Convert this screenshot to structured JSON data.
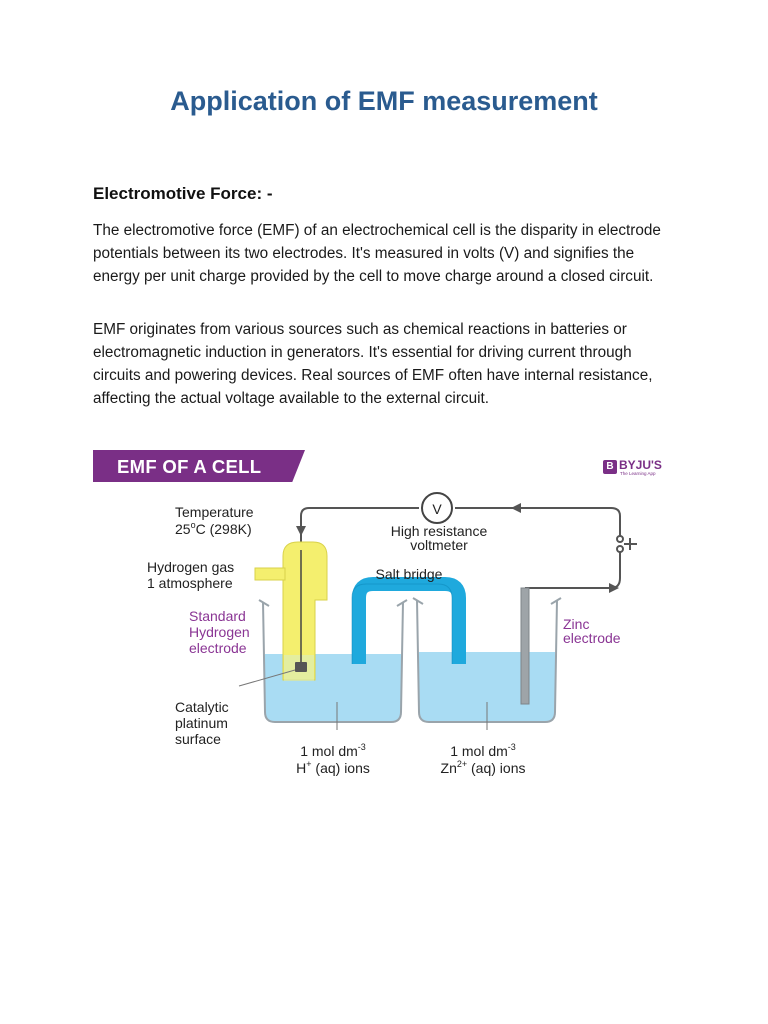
{
  "document": {
    "title": "Application of EMF measurement",
    "section_heading": "Electromotive Force: -",
    "paragraphs": [
      "The electromotive force (EMF) of an electrochemical cell is the disparity in electrode potentials between its two electrodes. It's measured in volts (V) and signifies the energy per unit charge provided by the cell to move charge around a closed circuit.",
      "EMF originates from various sources such as chemical reactions in batteries or electromagnetic induction in generators. It's essential for driving current through circuits and powering devices. Real sources of EMF often have internal resistance, affecting the actual voltage available to the external circuit."
    ]
  },
  "figure": {
    "banner": "EMF OF A CELL",
    "brand": {
      "logo_letter": "B",
      "name": "BYJU'S",
      "tagline": "The Learning App"
    },
    "labels": {
      "temperature_1": "Temperature",
      "temperature_2": "25",
      "temperature_sup": "o",
      "temperature_3": "C (298K)",
      "hydrogen_1": "Hydrogen gas",
      "hydrogen_2": "1 atmosphere",
      "she_1": "Standard",
      "she_2": "Hydrogen",
      "she_3": "electrode",
      "catalytic_1": "Catalytic",
      "catalytic_2": "platinum",
      "catalytic_3": "surface",
      "voltmeter_symbol": "V",
      "voltmeter_1": "High resistance",
      "voltmeter_2": "voltmeter",
      "salt_bridge": "Salt bridge",
      "zinc_1": "Zinc",
      "zinc_2": "electrode",
      "left_conc_1": "1 mol dm",
      "left_conc_sup": "-3",
      "left_ion_1": "H",
      "left_ion_sup": "+",
      "left_ion_2": " (aq) ions",
      "right_conc_1": "1 mol dm",
      "right_conc_sup": "-3",
      "right_ion_1": "Zn",
      "right_ion_sup": "2+",
      "right_ion_2": " (aq) ions"
    },
    "colors": {
      "banner": "#7a2f86",
      "solution": "#a9dcf3",
      "salt_bridge": "#1fa9dd",
      "hydrogen_tube": "#f4ef6e",
      "label_purple": "#8a3594"
    }
  }
}
